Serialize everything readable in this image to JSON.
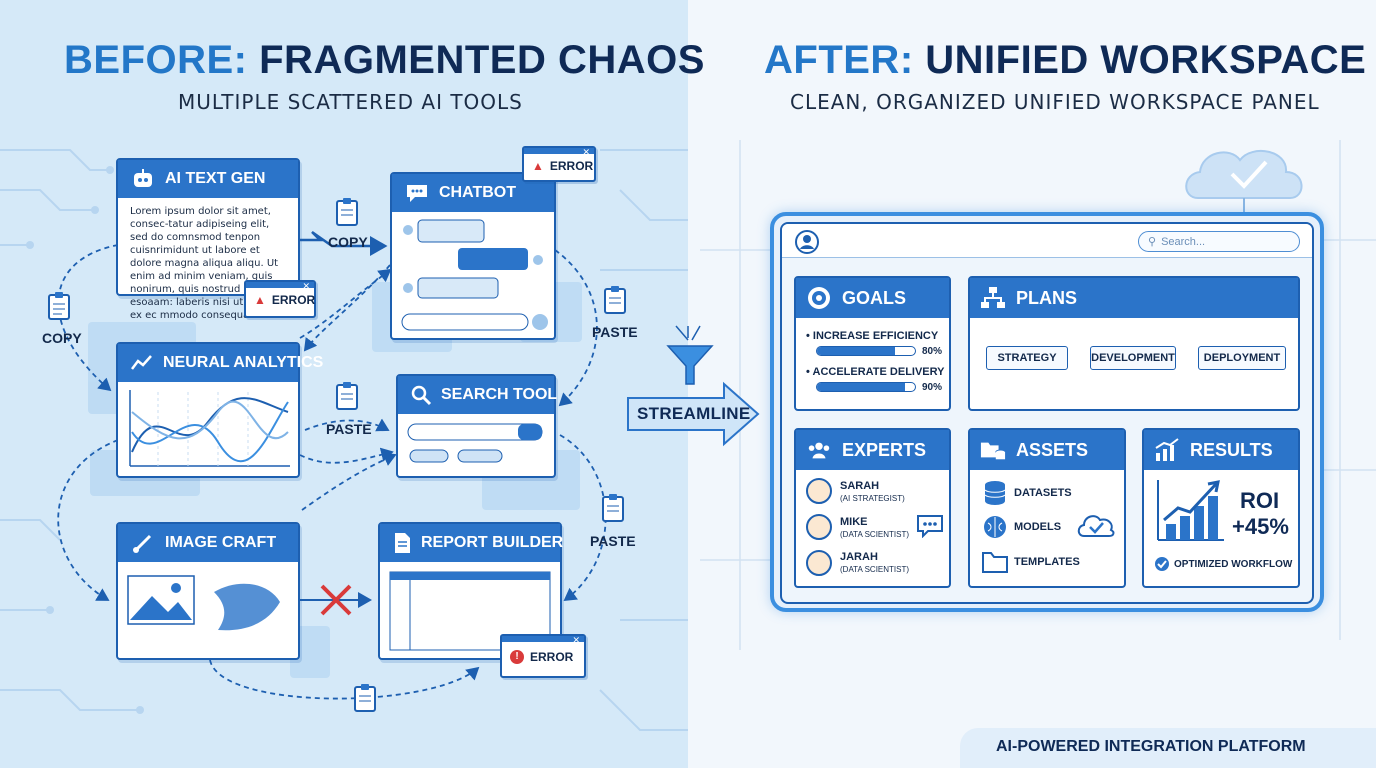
{
  "left": {
    "title_accent": "BEFORE:",
    "title_main": "FRAGMENTED CHAOS",
    "subtitle": "MULTIPLE SCATTERED AI TOOLS",
    "text_gen": {
      "title": "AI TEXT GEN",
      "body": "Lorem ipsum dolor sit amet, consec-tatur adipiseing elit, sed do comnsmod tenpon cuisnrimidunt ut labore et dolore magna aliqua aliqu. Ut enim ad minim veniam, guis nonirum, quis nostrud esoaam: laberis nisi ut aliquip ex ec mmodo consequat."
    },
    "chatbot": {
      "title": "CHATBOT"
    },
    "neural": {
      "title": "NEURAL ANALYTICS"
    },
    "search_tool": {
      "title": "SEARCH TOOL"
    },
    "image_craft": {
      "title": "IMAGE CRAFT"
    },
    "report_builder": {
      "title": "REPORT BUILDER"
    },
    "error_label": "ERROR",
    "copy_label": "COPY",
    "paste_label": "PASTE"
  },
  "streamline": "STREAMLINE",
  "right": {
    "title_accent": "AFTER:",
    "title_main": "UNIFIED WORKSPACE",
    "subtitle": "CLEAN, ORGANIZED UNIFIED WORKSPACE PANEL",
    "search_placeholder": "Search...",
    "goals": {
      "title": "GOALS",
      "items": [
        {
          "label": "INCREASE EFFICIENCY",
          "percent": 80,
          "percent_text": "80%"
        },
        {
          "label": "ACCELERATE DELIVERY",
          "percent": 90,
          "percent_text": "90%"
        }
      ]
    },
    "plans": {
      "title": "PLANS",
      "steps": [
        "STRATEGY",
        "DEVELOPMENT",
        "DEPLOYMENT"
      ]
    },
    "experts": {
      "title": "EXPERTS",
      "people": [
        {
          "name": "SARAH",
          "role": "(AI STRATEGIST)"
        },
        {
          "name": "MIKE",
          "role": "(DATA SCIENTIST)"
        },
        {
          "name": "JARAH",
          "role": "(DATA SCIENTIST)"
        }
      ]
    },
    "assets": {
      "title": "ASSETS",
      "items": [
        "DATASETS",
        "MODELS",
        "TEMPLATES"
      ]
    },
    "results": {
      "title": "RESULTS",
      "roi_label": "ROI",
      "roi_value": "+45%",
      "status": "OPTIMIZED WORKFLOW"
    }
  },
  "footer": "AI-POWERED INTEGRATION PLATFORM",
  "colors": {
    "accent": "#2377c8",
    "navy": "#0f2a56",
    "panel_bar": "#2b74c9",
    "error": "#d93a3a"
  }
}
